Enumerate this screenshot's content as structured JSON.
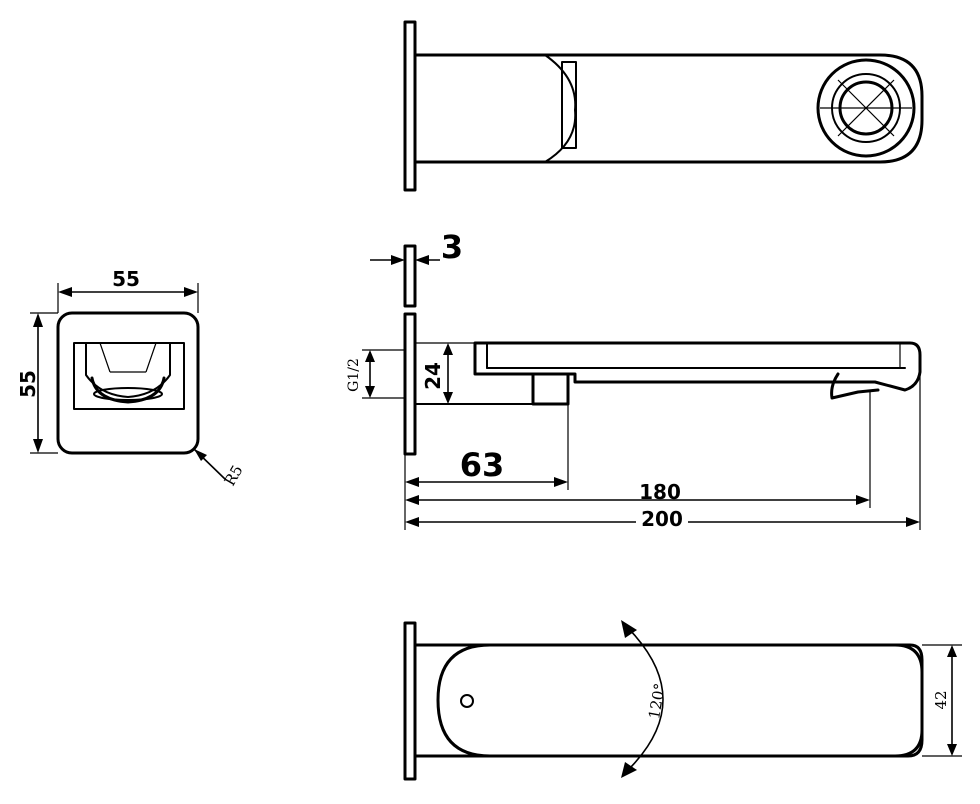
{
  "dimensions": {
    "width_label": "55",
    "height_label": "55",
    "radius_label": "R5",
    "thickness_label": "3",
    "thread_label": "G1/2",
    "spout_height_label": "24",
    "plate_to_body_label": "63",
    "spout_reach_label": "180",
    "overall_length_label": "200",
    "rotation_label": "120°",
    "spout_width_label": "42"
  }
}
